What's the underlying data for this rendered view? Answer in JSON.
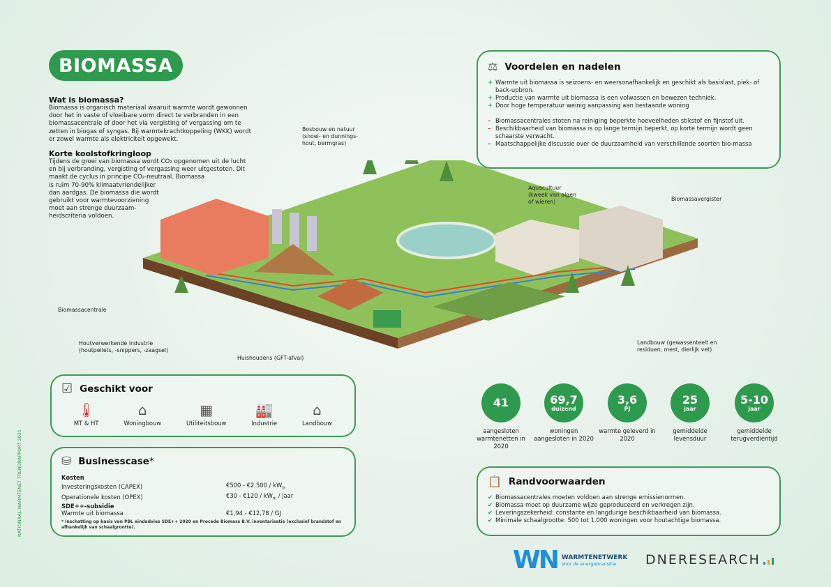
{
  "title": "BIOMASSA",
  "side_text": "NATIONAAL WARMTENET TRENDRAPPORT 2021",
  "intro": {
    "h1": "Wat is biomassa?",
    "p1": [
      "Biomassa is organisch materiaal waaruit warmte wordt gewonnen",
      "door het in vaste of vloeibare vorm direct te verbranden in een",
      "biomassacentrale of door het via vergisting of vergassing om te",
      "zetten in biogas of syngas. Bij warmtekrachtkoppeling (WKK) wordt",
      "er zowel warmte als elektriciteit opgewekt."
    ],
    "h2": "Korte koolstofkringloop",
    "p2": [
      "Tijdens de groei van biomassa wordt CO₂ opgenomen uit de lucht",
      "en bij verbranding, vergisting of vergassing weer uitgestoten. Dit",
      "maakt de cyclus in principe CO₂-neutraal. Biomassa",
      "is ruim 70-90% klimaatvriendelijker",
      "dan aardgas. De biomassa die wordt",
      "gebruikt voor warmtevoorziening",
      "moet aan strenge duurzaam-",
      "heidscriteria voldoen."
    ]
  },
  "illustration_labels": {
    "bosbouw": [
      "Bosbouw en natuur",
      "(snoei- en dunnings-",
      "hout, bermgras)"
    ],
    "aquacultuur": [
      "Aquacultuur",
      "(kweek van algen",
      "of wieren)"
    ],
    "vergister": "Biomassavergister",
    "centrale": "Biomassacentrale",
    "hout": [
      "Houtverwerkende industrie",
      "(houtpellets, -snippers, -zaagsel)"
    ],
    "huishoudens": "Huishoudens (GFT-afval)",
    "landbouw": [
      "Landbouw (gewassenteelt en",
      "residuen, mest, dierlijk vet)"
    ]
  },
  "pros_cons": {
    "title": "Voordelen en nadelen",
    "pros": [
      "Warmte uit biomassa is seizoens- en weersonafhankelijk en geschikt als basislast, piek- of back-upbron.",
      "Productie van warmte uit biomassa is een volwassen en bewezen techniek.",
      "Door hoge temperatuur weinig aanpassing aan bestaande woning"
    ],
    "cons": [
      "Biomassacentrales stoten na reiniging beperkte hoeveelheden stikstof en fijnstof uit.",
      "Beschikbaarheid van biomassa is op lange termijn beperkt, op korte termijn wordt geen schaarste verwacht.",
      "Maatschappelijke discussie over de duurzaamheid van verschillende soorten bio-massa"
    ]
  },
  "suitable": {
    "title": "Geschikt voor",
    "items": [
      "MT & HT",
      "Woningbouw",
      "Utiliteitsbouw",
      "Industrie",
      "Landbouw"
    ]
  },
  "business": {
    "title": "Businesscase",
    "star": "*",
    "kosten": "Kosten",
    "capex_label": "Investeringskosten (CAPEX)",
    "capex_value": "€500  -  €2.500 / kW",
    "capex_sub": "th",
    "opex_label": "Operationele kosten (OPEX)",
    "opex_value": "€30   -  €120 / kW",
    "opex_sub": "th",
    "opex_tail": " / jaar",
    "sde": "SDE++-subsidie",
    "sde_label": "Warmte uit biomassa",
    "sde_value": "€1,94 - €12,78 / GJ",
    "footnote": "* Inschatting op basis van PBL eindadvies SDE++ 2020 en Procede Biomass B.V. inventarisatie (exclusief brandstof en afhankelijk van schaalgrootte)."
  },
  "stats": [
    {
      "value": "41",
      "unit": "",
      "desc": "aangesloten warmtenetten in 2020"
    },
    {
      "value": "69,7",
      "unit": "duizend",
      "desc": "woningen aangesloten in 2020"
    },
    {
      "value": "3,6",
      "unit": "PJ",
      "desc": "warmte geleverd in 2020"
    },
    {
      "value": "25",
      "unit": "jaar",
      "desc": "gemiddelde levensduur"
    },
    {
      "value": "5-10",
      "unit": "jaar",
      "desc": "gemiddelde terugverdientijd"
    }
  ],
  "conditions": {
    "title": "Randvoorwaarden",
    "items": [
      "Biomassacentrales moeten voldoen aan strenge emissienormen.",
      "Biomassa moet op duurzame wijze geproduceerd en verkregen zijn.",
      "Leveringszekerheid: constante en langdurige beschikbaarheid van biomassa.",
      "Minimale schaalgrootte: 500 tot 1.000 woningen voor houtachtige biomassa."
    ]
  },
  "logos": {
    "wn_mark": "WN",
    "wn_name": "WARMTENETWERK",
    "wn_tag": "Voor de energietransitie",
    "dne": "DNERESEARCH"
  },
  "colors": {
    "green": "#2e9a4e",
    "red": "#d7322a"
  }
}
